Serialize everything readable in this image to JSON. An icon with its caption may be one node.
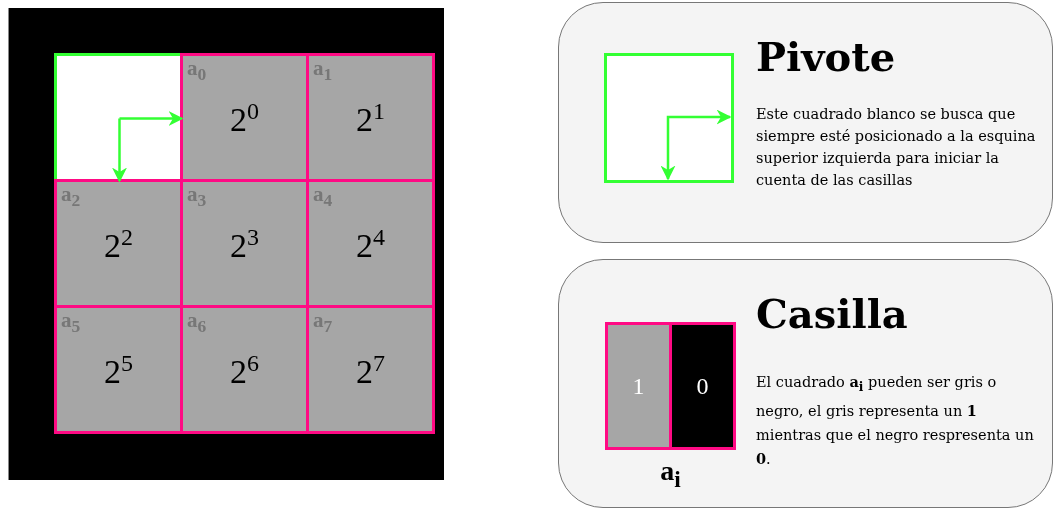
{
  "diagram": {
    "nodes": [
      {
        "text": [],
        "shape": "box"
      },
      {
        "text": [],
        "shape": "box",
        "in": 0
      },
      {
        "text": [
          "a$_{0}$",
          "2$^{0}$"
        ],
        "in": 0
      },
      {
        "text": [
          "a$_{1}$",
          "2$^{1}$"
        ],
        "in": 0
      },
      {
        "text": [
          "a$_{2}$",
          "2$^{2}$"
        ],
        "in": 0
      },
      {
        "text": [
          "a$_{3}$",
          "2$^{3}$"
        ],
        "in": 0
      },
      {
        "text": [
          "a$_{4}$",
          "2$^{4}$"
        ],
        "in": 0
      },
      {
        "text": [
          "a$_{5}$",
          "2$^{5}$"
        ],
        "in": 0
      },
      {
        "text": [
          "a$_{6}$",
          "2$^{6}$"
        ],
        "in": 0
      },
      {
        "text": [
          "a$_{7}$",
          "2$^{7}$"
        ],
        "in": 0
      },
      {
        "text": [
          "Pivote",
          "Este cuadrado blanco se busca que siempre esté posicionado a la esquina superior izquierda para iniciar la cuenta de las casillas"
        ]
      },
      {
        "text": [
          "Casilla",
          "El cuadrado **a$_{i}$** pueden ser gris o negro, el gris representa un **1** mientras que el negro respresenta un **0**."
        ]
      },
      {
        "text": [
          "1"
        ],
        "in": 11
      },
      {
        "text": [
          "0"
        ],
        "in": 11
      }
    ],
    "edges": [
      {
        "from": 1,
        "to": 2,
        "arrow": "to"
      },
      {
        "from": 1,
        "to": 4,
        "arrow": "to"
      }
    ],
    "labels": [
      "a$_{i}$"
    ]
  }
}
